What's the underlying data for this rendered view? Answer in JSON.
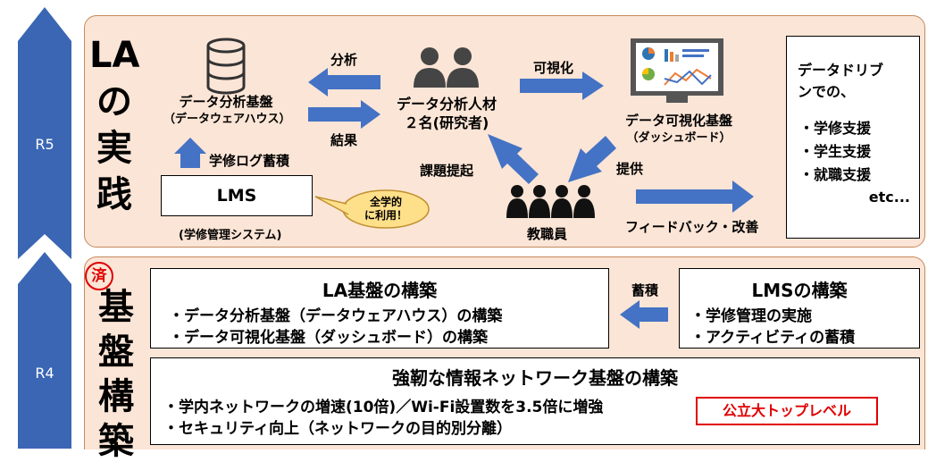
{
  "timeline": {
    "r5": "R5",
    "r4": "R4"
  },
  "la": {
    "title_chars": [
      "LA",
      "の",
      "実",
      "践"
    ],
    "dw_label": "データ分析基盤",
    "dw_sub": "（データウェアハウス）",
    "analysis_label": "分析",
    "result_label": "結果",
    "researchers_label": "データ分析人材",
    "researchers_sub": "２名(研究者)",
    "visualize_label": "可視化",
    "viz_label": "データ可視化基盤",
    "viz_sub": "（ダッシュボード）",
    "log_label": "学修ログ蓄積",
    "lms_label": "LMS",
    "lms_sub": "(学修管理システム)",
    "bubble_text": "全学的\nに利用！",
    "issue_label": "課題提起",
    "provide_label": "提供",
    "staff_label": "教職員",
    "feedback_label": "フィードバック・改善",
    "driven_title": "データドリブ\nンでの、",
    "driven_items": [
      "・学修支援",
      "・学生支援",
      "・就職支援"
    ],
    "driven_etc": "etc..."
  },
  "base": {
    "done_stamp": "済",
    "title_chars": [
      "基",
      "盤",
      "構",
      "築"
    ],
    "la_title": "LA基盤の構築",
    "la_items": [
      "・データ分析基盤（データウェアハウス）の構築",
      "・データ可視化基盤（ダッシュボード）の構築"
    ],
    "accumulate_label": "蓄積",
    "lms_title": "LMSの構築",
    "lms_items": [
      "・学修管理の実施",
      "・アクティビティの蓄積"
    ],
    "net_title": "強靭な情報ネットワーク基盤の構築",
    "net_items": [
      "・学内ネットワークの増速(10倍)／Wi-Fi設置数を3.5倍に増強",
      "・セキュリティ向上（ネットワークの目的別分離）"
    ],
    "top_level_badge": "公立大トップレベル"
  },
  "colors": {
    "arrow_blue": "#4472c4",
    "timeline_blue": "#3a66b4",
    "panel_fill": "#fbe5d6",
    "badge_red": "#e00000",
    "bubble_fill": "#ffe08a"
  }
}
